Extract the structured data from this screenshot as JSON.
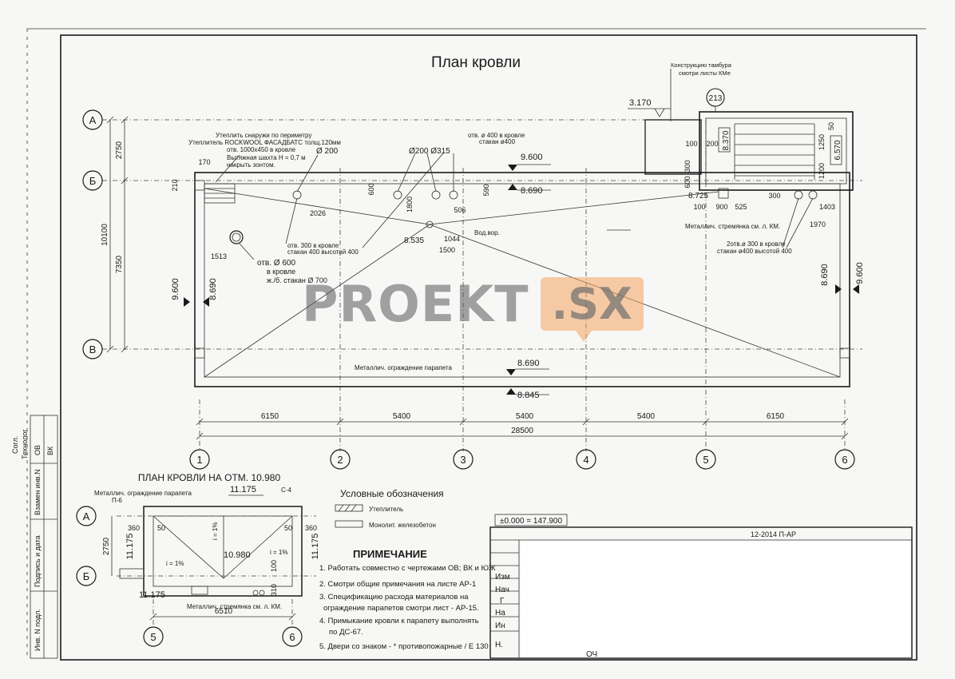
{
  "sheet": {
    "title": "План кровли",
    "small_title": "ПЛАН КРОВЛИ НА ОТМ. 10.980",
    "legend_title": "Условные обозначения",
    "legend_items": [
      "Утеплитель",
      "Монолит. железобетон"
    ],
    "notes_title": "ПРИМЕЧАНИЕ",
    "notes": [
      "1. Работать совместно с чертежами ОВ; ВК и ЮЖ",
      "2. Смотри общие примечания на листе АР-1",
      "3. Спецификацию расхода материалов на",
      "ограждение парапетов смотри лист - АР-15.",
      "4. Примыкание кровли к парапету выполнять",
      "по ДС-67.",
      "5. Двери со знаком - *  противопожарные / Е 130"
    ],
    "stamp_level": "±0.000 = 147.900",
    "stamp_code": "12-2014 П-АР",
    "stamp_rows": [
      "Изм",
      "Нач",
      "Г",
      "На",
      "Ин",
      "Н."
    ],
    "stamp_tail": "ОЧ"
  },
  "side_strip": [
    "Инв. N подл.",
    "Подпись и дата",
    "Взамен инв.N",
    "ВК",
    "ОВ",
    "Технолог",
    "Согл."
  ],
  "axes": {
    "rows": [
      "А",
      "Б",
      "В"
    ],
    "cols": [
      "1",
      "2",
      "3",
      "4",
      "5",
      "6"
    ],
    "small_rows": [
      "А",
      "Б"
    ],
    "small_cols": [
      "5",
      "6"
    ],
    "stair_mark": "213"
  },
  "dims": {
    "spans": [
      "6150",
      "5400",
      "5400",
      "5400",
      "6150"
    ],
    "total": "28500",
    "left_outer": "10100",
    "left_inner_top": "2750",
    "left_inner_bottom": "7350",
    "small_width": "6510",
    "small_height": "2750",
    "misc": [
      "170",
      "210",
      "2026",
      "1513",
      "600",
      "1800",
      "590",
      "506",
      "1044",
      "1500",
      "100",
      "200",
      "300",
      "600",
      "900",
      "525",
      "1403",
      "1970",
      "1250",
      "1200",
      "50",
      "100",
      "300",
      "360",
      "360",
      "50",
      "50",
      "310",
      "100"
    ]
  },
  "levels": {
    "top_3170": "3.170",
    "l9600_a": "9.600",
    "l8690_a": "8.690",
    "l8535": "8.535",
    "l9600_left": "9.600",
    "l8690_left": "8.690",
    "l8690_right": "8.690",
    "l9600_right": "9.600",
    "l8690_bottom": "8.690",
    "l8845": "8.845",
    "l8725": "8.725",
    "l8370": "8.370",
    "l6570": "6.570",
    "s11175_top": "11.175",
    "s11175_left": "11.175",
    "s11175_right": "11.175",
    "s11175_bottom": "11.175",
    "s10980": "10.980"
  },
  "labels": {
    "insulate": "Утеплить снаружи по периметру",
    "insulant": "Утеплитель ROCKWOOL ФАСАДБАТС толщ.120мм",
    "opening_1000": "отв. 1000х450 в кровле",
    "shaft": "Вытяжная шахта Н = 0,7 м",
    "umbrella": "накрыть зонтом.",
    "d200": "Ø 200",
    "d200_315": "Ø200  Ø315",
    "hole400": "отв. ø 400 в кровле",
    "glass400": "стакан ø400",
    "hole300": "отв. 300 в кровле",
    "glass300": "стакан 400 высотой 400",
    "hole600": "отв. Ø 600",
    "in_roof": "в кровле",
    "glass700": "ж./б. стакан Ø 700",
    "drain": "Вод.вор.",
    "parapet": "Металлич. ограждение парапета",
    "ladder": "Металлич. стремянка см. л. КМ.",
    "two_holes": "2отв.ø 300 в кровле",
    "two_glass": "стакан ø400 высотой 400",
    "drum1": "Конструкцию тамбура",
    "drum2": "смотри листы КМе",
    "s_parapet": "Металлич. ограждение парапета",
    "s_ladder": "Металлич. стремянка см. л. КМ.",
    "slope": "i = 1%",
    "s4": "С-4",
    "s6": "П-6"
  }
}
